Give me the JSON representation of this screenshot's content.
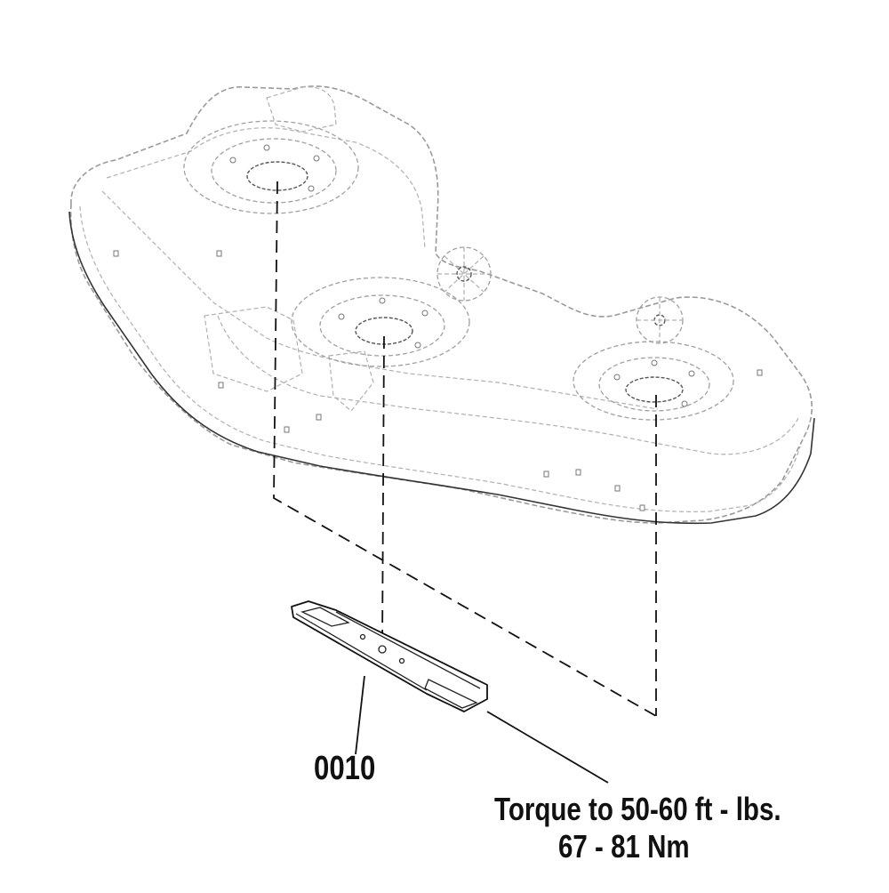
{
  "callouts": {
    "part_number": "0010",
    "torque_line1": "Torque to 50-60 ft - lbs.",
    "torque_line2": "67 - 81 Nm"
  },
  "colors": {
    "line": "#111111",
    "deck_line": "#9a9a9a",
    "background": "#ffffff"
  }
}
